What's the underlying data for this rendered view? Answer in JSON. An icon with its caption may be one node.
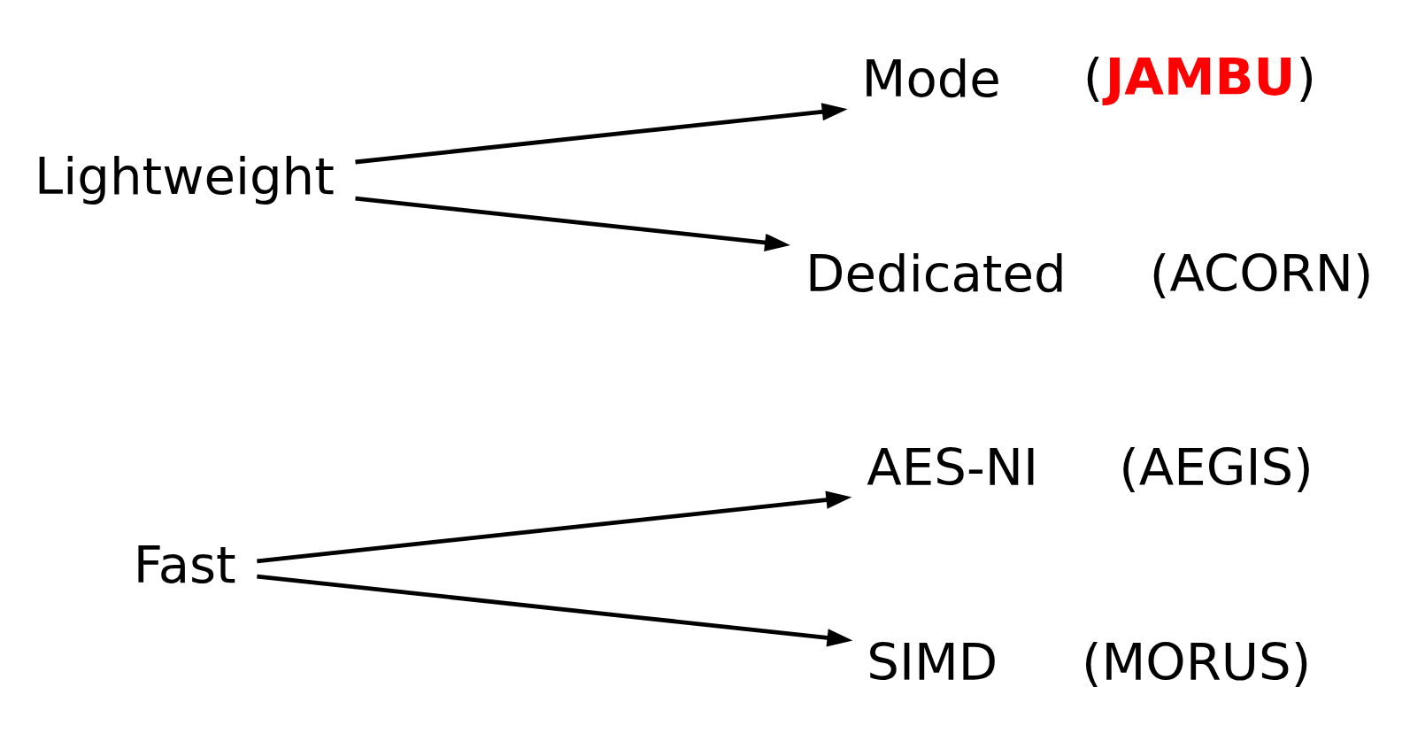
{
  "diagram": {
    "nodes": [
      {
        "text": [
          "Fast"
        ]
      },
      {
        "text": [
          "AES-NI"
        ],
        "beside": [
          "(AEGIS)"
        ]
      },
      {
        "text": [
          "SIMD"
        ],
        "beside": [
          "(MORUS)"
        ]
      },
      {
        "text": [
          "Lightweight"
        ]
      },
      {
        "text": [
          "Mode"
        ],
        "beside": [
          "(**JAMBU**)"
        ]
      },
      {
        "text": [
          "Dedicated"
        ],
        "beside": [
          "(ACORN)"
        ]
      }
    ],
    "edges": [
      {
        "from": 0,
        "to": 1,
        "arrow": "to"
      },
      {
        "from": 0,
        "to": 2,
        "arrow": "to"
      },
      {
        "from": 3,
        "to": 4,
        "arrow": "to"
      },
      {
        "from": 3,
        "to": 5,
        "arrow": "to"
      }
    ]
  }
}
